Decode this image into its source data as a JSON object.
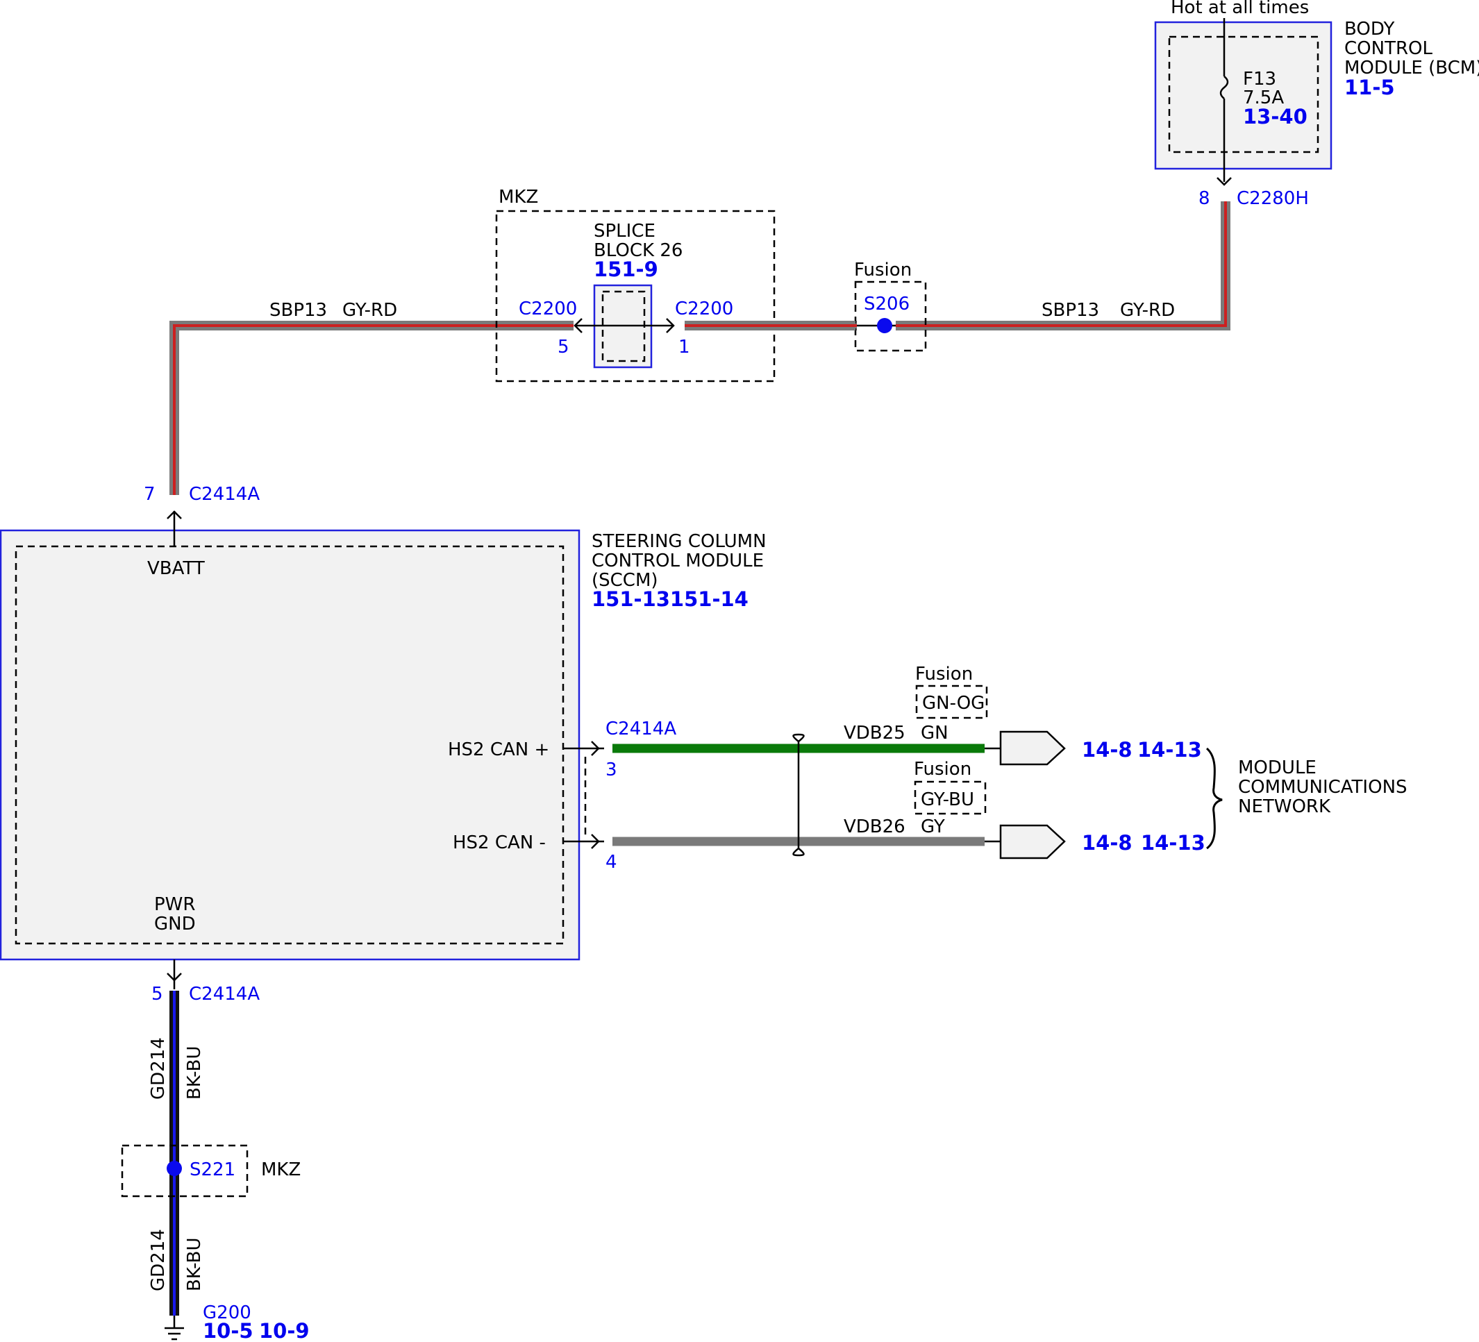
{
  "bcm": {
    "hot_label": "Hot at all times",
    "title_1": "BODY",
    "title_2": "CONTROL",
    "title_3": "MODULE (BCM)",
    "ref": "11-5",
    "fuse_name": "F13",
    "fuse_rating": "7.5A",
    "fuse_ref": "13-40",
    "pin": "8",
    "connector": "C2280H"
  },
  "splice_block": {
    "group_label": "MKZ",
    "title_1": "SPLICE",
    "title_2": "BLOCK 26",
    "ref": "151-9",
    "left_connector": "C2200",
    "left_pin": "5",
    "right_connector": "C2200",
    "right_pin": "1"
  },
  "s206": {
    "variant": "Fusion",
    "name": "S206"
  },
  "wires": {
    "top_left": {
      "circuit": "SBP13",
      "color": "GY-RD"
    },
    "top_right": {
      "circuit": "SBP13",
      "color": "GY-RD"
    },
    "vdb25": {
      "circuit": "VDB25",
      "color": "GN",
      "variant": "Fusion",
      "variant_color": "GN-OG"
    },
    "vdb26": {
      "circuit": "VDB26",
      "color": "GY",
      "variant": "Fusion",
      "variant_color": "GY-BU"
    },
    "gnd_upper": {
      "circuit": "GD214",
      "color": "BK-BU"
    },
    "gnd_lower": {
      "circuit": "GD214",
      "color": "BK-BU"
    }
  },
  "sccm": {
    "title_1": "STEERING COLUMN",
    "title_2": "CONTROL MODULE",
    "title_3": "(SCCM)",
    "ref": "151-13151-14",
    "vbatt": "VBATT",
    "pwr": "PWR",
    "gnd": "GND",
    "can_plus": "HS2 CAN +",
    "can_minus": "HS2 CAN -",
    "top_pin": "7",
    "top_connector": "C2414A",
    "can_connector": "C2414A",
    "can_plus_pin": "3",
    "can_minus_pin": "4",
    "bottom_pin": "5",
    "bottom_connector": "C2414A"
  },
  "network": {
    "upper_ref_1": "14-8",
    "upper_ref_2": "14-13",
    "lower_ref_1": "14-8",
    "lower_ref_2": "14-13",
    "label_1": "MODULE",
    "label_2": "COMMUNICATIONS",
    "label_3": "NETWORK"
  },
  "s221": {
    "name": "S221",
    "variant": "MKZ"
  },
  "ground": {
    "name": "G200",
    "ref_1": "10-5",
    "ref_2": "10-9"
  },
  "colors": {
    "wire_gray": "#7a7a7a",
    "wire_red": "#cc2020",
    "wire_green": "#0a7a0a",
    "wire_black": "#111111",
    "wire_blue": "#1a1aee",
    "label_blue": "#0000ee",
    "module_fill": "#f2f2f2",
    "module_border": "#2222dd"
  }
}
